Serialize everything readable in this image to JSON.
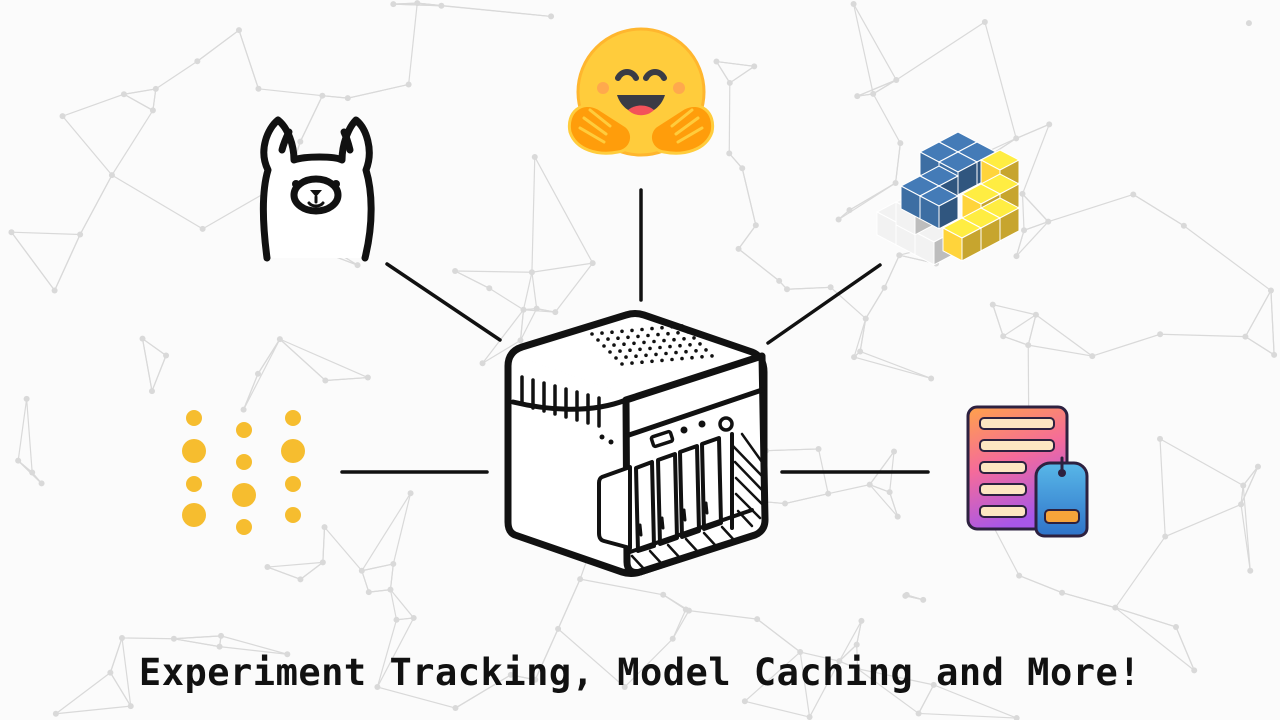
{
  "caption": "Experiment Tracking, Model Caching and More!",
  "colors": {
    "background": "#fbfbfb",
    "network": "#d9d9d9",
    "stroke": "#111111",
    "hf_yellow": "#ffcc3c",
    "hf_orange": "#ff9d0b",
    "py_blue": "#3d6ea3",
    "py_yellow": "#ffd43b",
    "dots_yellow": "#f6bd2f"
  },
  "nodes": [
    {
      "id": "ollama",
      "icon": "llama-icon"
    },
    {
      "id": "huggingface",
      "icon": "hugging-face-icon"
    },
    {
      "id": "python",
      "icon": "python-cubes-icon"
    },
    {
      "id": "dots",
      "icon": "yellow-dots-logo-icon"
    },
    {
      "id": "registry",
      "icon": "model-registry-tag-icon"
    },
    {
      "id": "nas",
      "icon": "nas-server-icon"
    }
  ]
}
